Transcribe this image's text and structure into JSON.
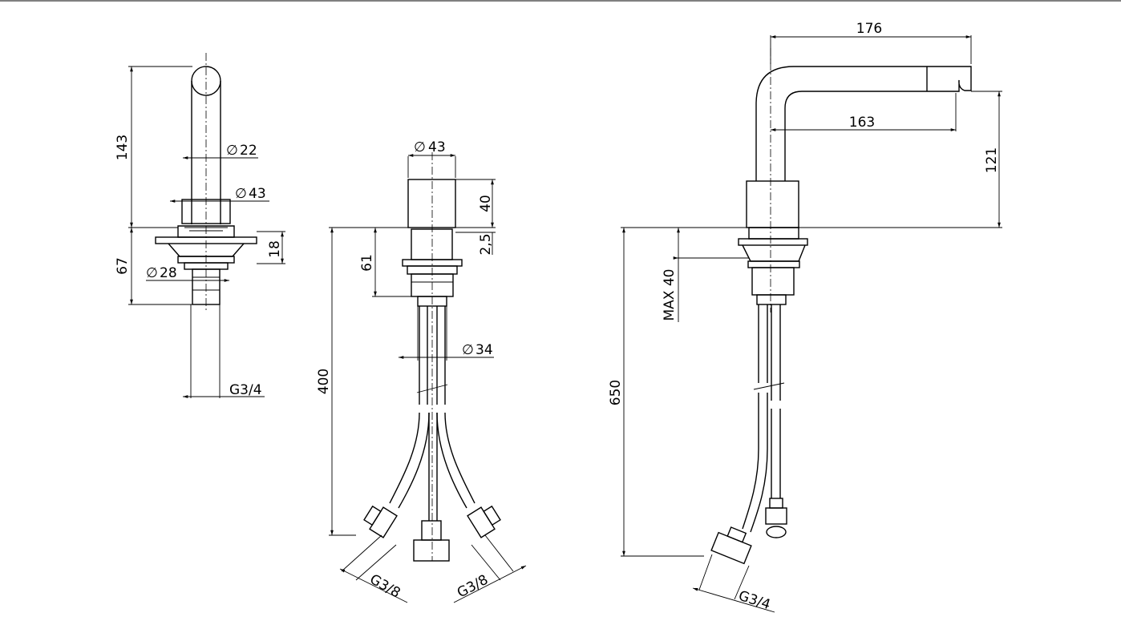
{
  "views": {
    "side": {
      "dim_height_top": "143",
      "dim_height_bottom": "67",
      "dim_dia_spout": "22",
      "dim_dia_base": "43",
      "dim_dia_shank": "28",
      "dim_flange": "18",
      "dim_thread": "G3/4"
    },
    "front": {
      "dim_dia_body": "43",
      "dim_body_height": "40",
      "dim_gap": "2,5",
      "dim_shank_len": "61",
      "dim_dia_hoses": "34",
      "dim_hose_len": "400",
      "dim_thread_left": "G3/8",
      "dim_thread_right": "G3/8"
    },
    "profile": {
      "dim_reach_total": "176",
      "dim_reach_outlet": "163",
      "dim_outlet_height": "121",
      "dim_max_deck": "MAX 40",
      "dim_hose_len": "650",
      "dim_thread": "G3/4"
    }
  }
}
